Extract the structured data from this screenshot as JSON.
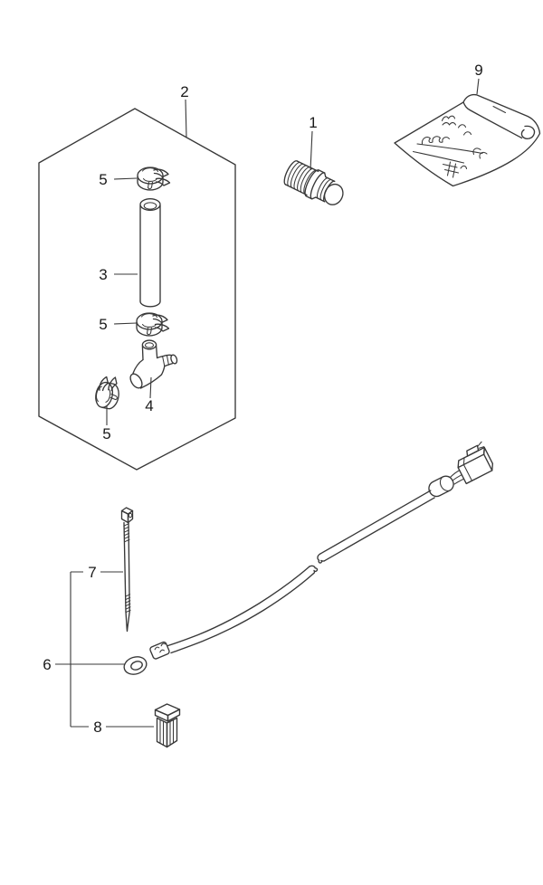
{
  "canvas": {
    "background": "#ffffff",
    "line_color": "#383838",
    "label_color": "#1a1a1a"
  },
  "callouts": {
    "c1": {
      "label": "1"
    },
    "c2": {
      "label": "2"
    },
    "c3": {
      "label": "3"
    },
    "c4": {
      "label": "4"
    },
    "c5a": {
      "label": "5"
    },
    "c5b": {
      "label": "5"
    },
    "c5c": {
      "label": "5"
    },
    "c6": {
      "label": "6"
    },
    "c7": {
      "label": "7"
    },
    "c8": {
      "label": "8"
    },
    "c9": {
      "label": "9"
    }
  },
  "parts": [
    {
      "ref": "1",
      "icon": "threaded-plug-icon"
    },
    {
      "ref": "2",
      "icon": "kit-group-box-outline"
    },
    {
      "ref": "3",
      "icon": "rubber-tube-icon"
    },
    {
      "ref": "4",
      "icon": "three-way-joint-icon"
    },
    {
      "ref": "5",
      "icon": "spring-hose-clamp-icon",
      "quantity_shown": 3
    },
    {
      "ref": "6",
      "icon": "wire-harness-ring-terminal-icon"
    },
    {
      "ref": "7",
      "icon": "cable-tie-icon"
    },
    {
      "ref": "8",
      "icon": "connector-cap-icon"
    },
    {
      "ref": "9",
      "icon": "parts-bag-icon"
    }
  ]
}
